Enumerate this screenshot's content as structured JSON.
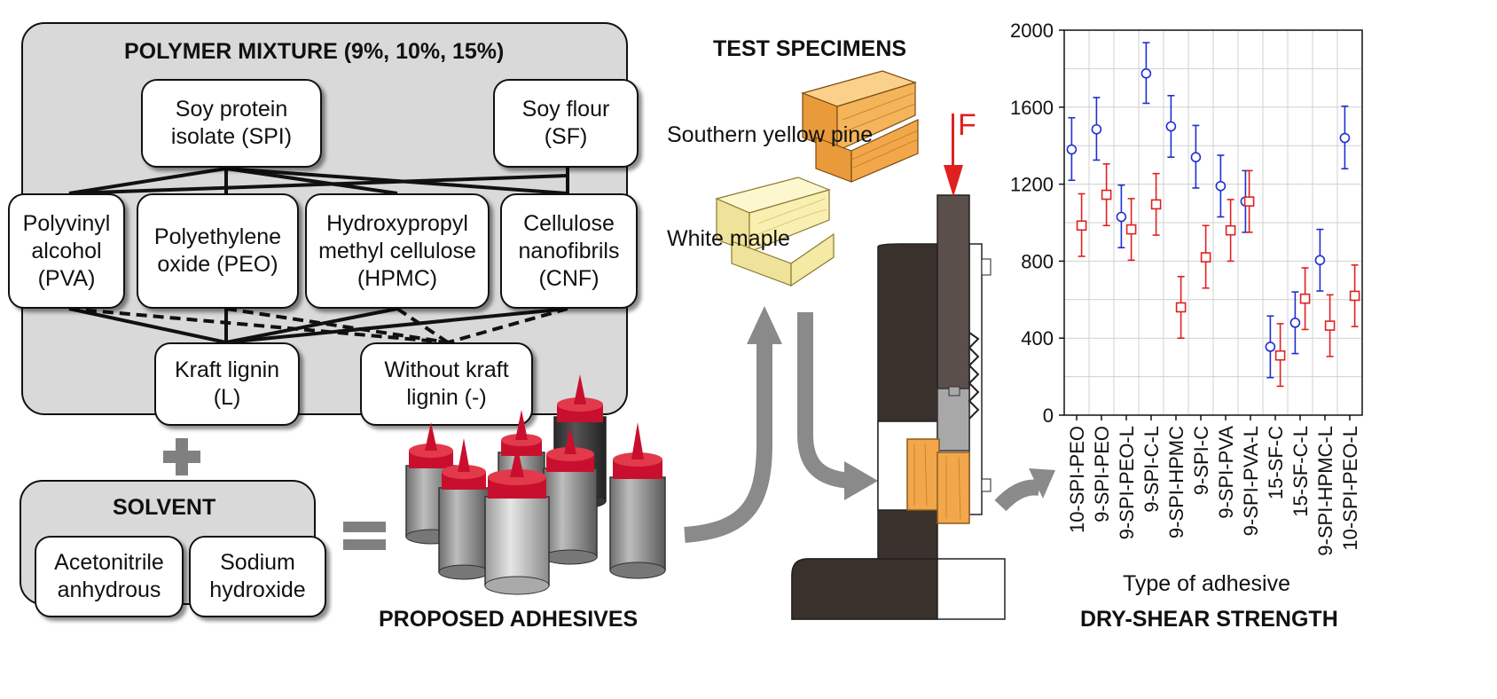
{
  "polymer_panel": {
    "title": "POLYMER MIXTURE (9%, 10%, 15%)",
    "protein_sources": [
      {
        "id": "spi",
        "label": "Soy protein isolate (SPI)"
      },
      {
        "id": "sf",
        "label": "Soy flour (SF)"
      }
    ],
    "polymers": [
      {
        "id": "pva",
        "label": "Polyvinyl alcohol (PVA)"
      },
      {
        "id": "peo",
        "label": "Polyethylene oxide (PEO)"
      },
      {
        "id": "hpmc",
        "label": "Hydroxypropyl methyl cellulose (HPMC)"
      },
      {
        "id": "cnf",
        "label": "Cellulose nanofibrils (CNF)"
      }
    ],
    "lignin_options": [
      {
        "id": "l",
        "label": "Kraft lignin (L)"
      },
      {
        "id": "none",
        "label": "Without kraft lignin (-)"
      }
    ]
  },
  "operators": {
    "plus": "+",
    "equals": "="
  },
  "solvent_panel": {
    "title": "SOLVENT",
    "items": [
      {
        "id": "acetonitrile",
        "label": "Acetonitrile anhydrous"
      },
      {
        "id": "naoh",
        "label": "Sodium hydroxide"
      }
    ]
  },
  "adhesives": {
    "caption": "PROPOSED ADHESIVES"
  },
  "specimens": {
    "title": "TEST SPECIMENS",
    "woods": [
      {
        "id": "pine",
        "label": "Southern yellow pine",
        "color": "#f2a84a"
      },
      {
        "id": "maple",
        "label": "White maple",
        "color": "#f7efa6"
      }
    ]
  },
  "test_rig": {
    "force_label": "F",
    "force_color": "#e02020"
  },
  "chart_data": {
    "type": "scatter",
    "subtitle": "DRY-SHEAR STRENGTH",
    "xlabel": "Type of adhesive",
    "ylabel": "",
    "ylim": [
      0,
      2000
    ],
    "yticks": [
      0,
      400,
      800,
      1200,
      1600,
      2000
    ],
    "grid": true,
    "categories": [
      "10-SPI-PEO",
      "9-SPI-PEO",
      "9-SPI-PEO-L",
      "9-SPI-C-L",
      "9-SPI-HPMC",
      "9-SPI-C",
      "9-SPI-PVA",
      "9-SPI-PVA-L",
      "15-SF-C",
      "15-SF-C-L",
      "9-SPI-HPMC-L",
      "10-SPI-PEO-L"
    ],
    "series": [
      {
        "marker": "circle",
        "color": "#1f2fd0",
        "points": [
          {
            "category_index": 0,
            "offset": -0.2,
            "value": 1380,
            "low": 1220,
            "high": 1545
          },
          {
            "category_index": 1,
            "offset": -0.2,
            "value": 1485,
            "low": 1325,
            "high": 1650
          },
          {
            "category_index": 2,
            "offset": -0.2,
            "value": 1030,
            "low": 870,
            "high": 1195
          },
          {
            "category_index": 3,
            "offset": -0.2,
            "value": 1775,
            "low": 1620,
            "high": 1935
          },
          {
            "category_index": 4,
            "offset": -0.2,
            "value": 1500,
            "low": 1340,
            "high": 1660
          },
          {
            "category_index": 5,
            "offset": -0.2,
            "value": 1340,
            "low": 1180,
            "high": 1505
          },
          {
            "category_index": 6,
            "offset": -0.2,
            "value": 1190,
            "low": 1030,
            "high": 1350
          },
          {
            "category_index": 7,
            "offset": -0.2,
            "value": 1110,
            "low": 950,
            "high": 1270
          },
          {
            "category_index": 8,
            "offset": -0.2,
            "value": 355,
            "low": 195,
            "high": 515
          },
          {
            "category_index": 9,
            "offset": -0.2,
            "value": 480,
            "low": 320,
            "high": 640
          },
          {
            "category_index": 10,
            "offset": -0.2,
            "value": 805,
            "low": 645,
            "high": 965
          },
          {
            "category_index": 11,
            "offset": -0.2,
            "value": 1440,
            "low": 1280,
            "high": 1605
          }
        ]
      },
      {
        "marker": "square",
        "color": "#e02020",
        "points": [
          {
            "category_index": 0,
            "offset": 0.2,
            "value": 985,
            "low": 825,
            "high": 1150
          },
          {
            "category_index": 1,
            "offset": 0.2,
            "value": 1145,
            "low": 985,
            "high": 1305
          },
          {
            "category_index": 2,
            "offset": 0.2,
            "value": 965,
            "low": 805,
            "high": 1125
          },
          {
            "category_index": 3,
            "offset": 0.2,
            "value": 1095,
            "low": 935,
            "high": 1255
          },
          {
            "category_index": 4,
            "offset": 0.2,
            "value": 560,
            "low": 400,
            "high": 720
          },
          {
            "category_index": 5,
            "offset": 0.2,
            "value": 820,
            "low": 660,
            "high": 985
          },
          {
            "category_index": 6,
            "offset": 0.2,
            "value": 960,
            "low": 800,
            "high": 1120
          },
          {
            "category_index": 7,
            "offset": -0.05,
            "value": 1110,
            "low": 950,
            "high": 1270
          },
          {
            "category_index": 8,
            "offset": 0.2,
            "value": 310,
            "low": 150,
            "high": 475
          },
          {
            "category_index": 9,
            "offset": 0.2,
            "value": 605,
            "low": 445,
            "high": 765
          },
          {
            "category_index": 10,
            "offset": 0.2,
            "value": 465,
            "low": 305,
            "high": 625
          },
          {
            "category_index": 11,
            "offset": 0.2,
            "value": 620,
            "low": 460,
            "high": 780
          }
        ]
      }
    ]
  }
}
